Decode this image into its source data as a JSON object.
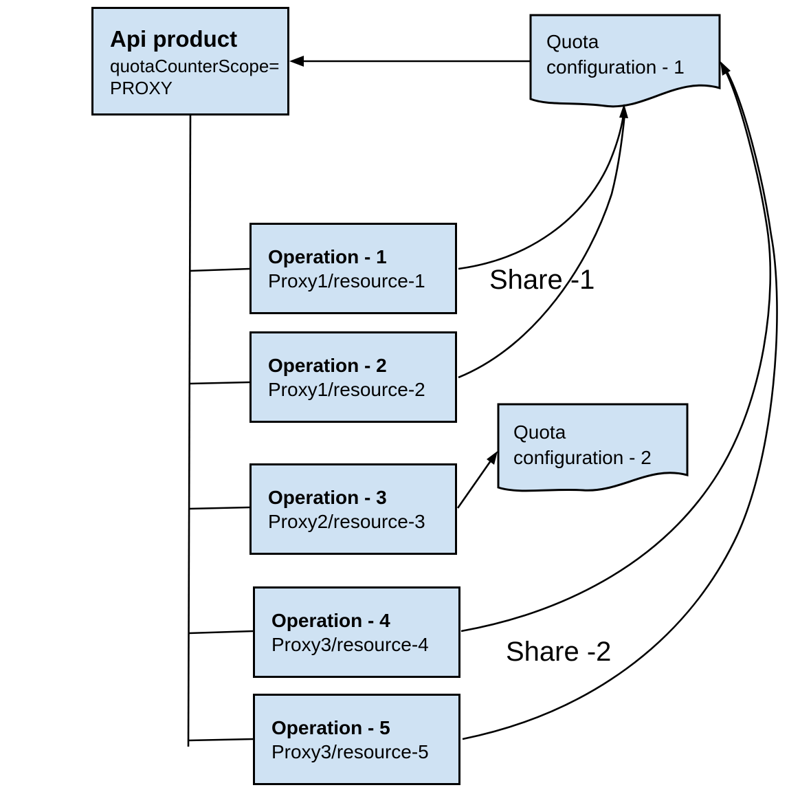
{
  "colors": {
    "box_fill": "#cfe2f3",
    "line": "#000000",
    "text": "#000000"
  },
  "api_product": {
    "title": "Api product",
    "attribute_line1": "quotaCounterScope=",
    "attribute_line2": "PROXY"
  },
  "operations": [
    {
      "title": "Operation - 1",
      "resource": "Proxy1/resource-1"
    },
    {
      "title": "Operation - 2",
      "resource": "Proxy1/resource-2"
    },
    {
      "title": "Operation - 3",
      "resource": "Proxy2/resource-3"
    },
    {
      "title": "Operation - 4",
      "resource": "Proxy3/resource-4"
    },
    {
      "title": "Operation - 5",
      "resource": "Proxy3/resource-5"
    }
  ],
  "quota_configurations": [
    {
      "line1": "Quota",
      "line2": "configuration - 1"
    },
    {
      "line1": "Quota",
      "line2": "configuration - 2"
    }
  ],
  "edge_labels": [
    {
      "text": "Share -1"
    },
    {
      "text": "Share -2"
    }
  ]
}
